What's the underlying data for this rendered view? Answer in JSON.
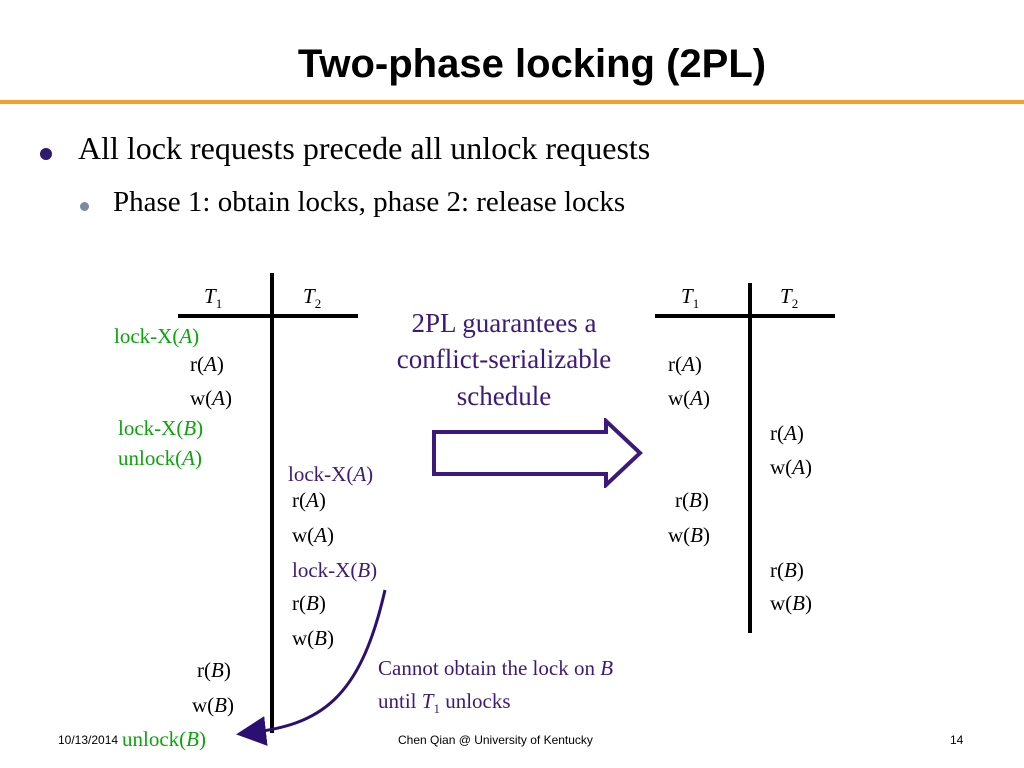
{
  "slide": {
    "title": "Two-phase locking (2PL)",
    "bullet1": "All lock requests precede all unlock requests",
    "bullet2": "Phase 1: obtain locks, phase 2: release locks"
  },
  "left_schedule": {
    "t1_header": "T",
    "t1_sub": "1",
    "t2_header": "T",
    "t2_sub": "2",
    "lockxa_1": "lock-X(",
    "ra_1": "r(",
    "wa_1": "w(",
    "lockxb_1": "lock-X(",
    "unlocka_1": "unlock(",
    "lockxa_2": "lock-X(",
    "ra_2": "r(",
    "wa_2": "w(",
    "lockxb_2": "lock-X(",
    "rb_2": "r(",
    "wb_2": "w(",
    "rb_1": "r(",
    "wb_1": "w(",
    "unlockb_1": "unlock(",
    "var_a": "A",
    "var_b": "B",
    "close": ")"
  },
  "right_schedule": {
    "t1_header": "T",
    "t1_sub": "1",
    "t2_header": "T",
    "t2_sub": "2",
    "ra_1": "r(",
    "wa_1": "w(",
    "ra_2": "r(",
    "wa_2": "w(",
    "rb_1": "r(",
    "wb_1": "w(",
    "rb_2": "r(",
    "wb_2": "w("
  },
  "arrow_text": {
    "line1": "2PL guarantees a",
    "line2": "conflict-serializable",
    "line3": "schedule"
  },
  "note": {
    "line1_pre": "Cannot obtain the lock on ",
    "line1_var": "B",
    "line2_pre": "until ",
    "line2_t": "T",
    "line2_sub": "1",
    "line2_post": " unlocks"
  },
  "footer": {
    "date": "10/13/2014",
    "author": "Chen Qian @ University of Kentucky",
    "page": "14"
  },
  "colors": {
    "accent_rule": "#f0a030",
    "green_ops": "#0aa50a",
    "purple_ops": "#3c1a7a"
  }
}
